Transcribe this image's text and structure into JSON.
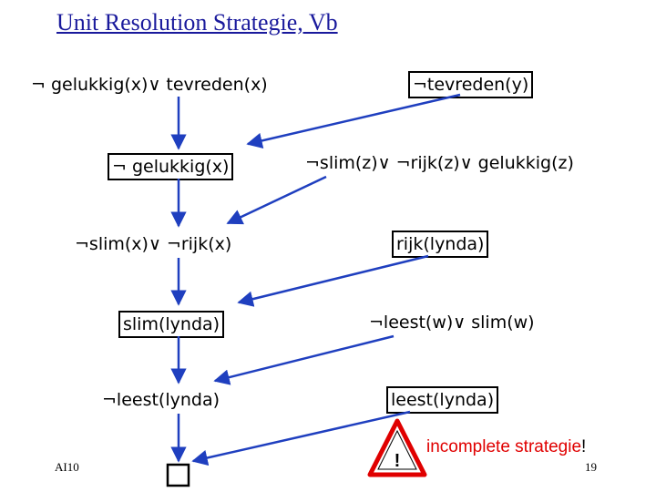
{
  "title": "Unit Resolution Strategie, Vb",
  "clauses": {
    "c1": "¬ gelukkig(x)∨ tevreden(x)",
    "c2": "¬tevreden(y)",
    "c3": "¬ gelukkig(x)",
    "c4": "¬slim(z)∨ ¬rijk(z)∨ gelukkig(z)",
    "c5": "¬slim(x)∨ ¬rijk(x)",
    "c6": "rijk(lynda)",
    "c7": "slim(lynda)",
    "c8": "¬leest(w)∨ slim(w)",
    "c9": "¬leest(lynda)",
    "c10": "leest(lynda)"
  },
  "warning": {
    "text_main": "incomplete strategie",
    "text_bang": "!",
    "icon_glyph": "!"
  },
  "footer": {
    "left": "AI10",
    "page": "19"
  },
  "colors": {
    "title": "#1a1a9c",
    "arrow": "#1f3fbf",
    "warning": "#e00000"
  }
}
